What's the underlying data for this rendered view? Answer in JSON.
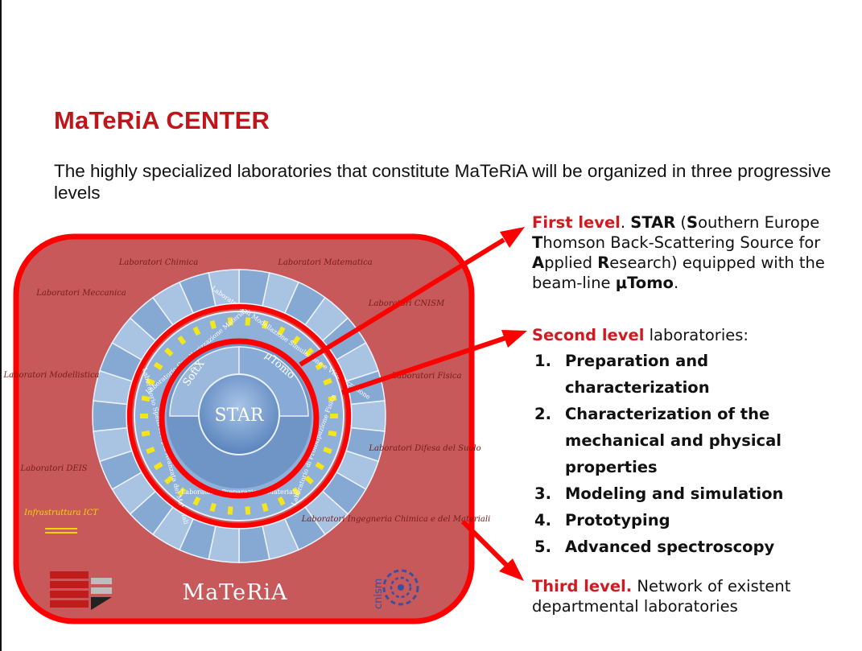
{
  "title": "MaTeRiA CENTER",
  "intro": "The highly specialized laboratories that constitute MaTeRiA will be organized  in three progressive levels",
  "diagram": {
    "core": "STAR",
    "inner_labels": [
      "SoftX",
      "μTomo"
    ],
    "middle_labs": [
      "Laboratorio Caratterizzazione Materiali",
      "Laboratorio di Modellazione Simulazione e Visualizzazione",
      "Laboratorio di Prototipazione Fisica",
      "Laboratorio Preparazione Materiali",
      "Laboratorio Spettroscopia Avanzata dei Materiali"
    ],
    "outer_labs": [
      "Laboratori Chimica",
      "Laboratori Matematica",
      "Laboratori CNISM",
      "Laboratori Fisica",
      "Laboratori Difesa del Suolo",
      "Laboratori Ingegneria Chimica e del Materiali",
      "Infrastruttura ICT",
      "Laboratori DEIS",
      "Laboratori Modellistica",
      "Laboratori Meccanica"
    ],
    "brand": "MaTeRiA",
    "logo_text": "cnism",
    "colors": {
      "panel": "#c7595a",
      "highlight": "#ff0000",
      "ring_light": "#b2cbe6",
      "ring_dark": "#5a83bf",
      "label": "#7a1e14",
      "ict": "#f5d400"
    }
  },
  "level1": {
    "lead": "First level",
    "sep": ". ",
    "star": "STAR",
    "open": " (",
    "s1": "S",
    "w1": "outhern Europe ",
    "s2": "T",
    "w2": "homson Back-Scattering Source for ",
    "s3": "A",
    "w3": "pplied ",
    "s4": "R",
    "w4": "esearch) equipped with the beam-line ",
    "tomo": "μTomo",
    "end": "."
  },
  "level2": {
    "lead": "Second level",
    "rest": " laboratories:",
    "items": [
      {
        "num": "1.",
        "label": "Preparation and characterization"
      },
      {
        "num": "2.",
        "label": "Characterization of the mechanical  and physical properties"
      },
      {
        "num": "3.",
        "label": "Modeling and simulation"
      },
      {
        "num": "4.",
        "label": "Prototyping"
      },
      {
        "num": "5.",
        "label": "Advanced spectroscopy"
      }
    ]
  },
  "level3": {
    "lead": "Third level.",
    "rest": "  Network of existent departmental laboratories"
  }
}
